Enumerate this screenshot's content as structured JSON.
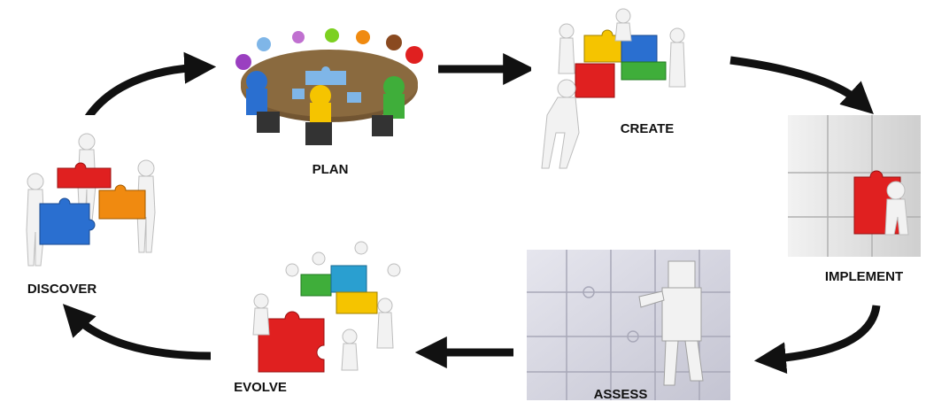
{
  "stages": [
    {
      "id": "discover",
      "label": "DISCOVER"
    },
    {
      "id": "plan",
      "label": "PLAN"
    },
    {
      "id": "create",
      "label": "CREATE"
    },
    {
      "id": "implement",
      "label": "IMPLEMENT"
    },
    {
      "id": "assess",
      "label": "ASSESS"
    },
    {
      "id": "evolve",
      "label": "EVOLVE"
    }
  ],
  "colors": {
    "arrow": "#111111",
    "figure": "#f2f2f2",
    "figure_shade": "#cfcfcf",
    "table": "#8a6a3f",
    "puzzle_red": "#e02020",
    "puzzle_blue": "#2a6fd0",
    "puzzle_yellow": "#f5c400",
    "puzzle_green": "#3fae3a",
    "puzzle_orange": "#f08a10",
    "puzzle_lightblue": "#7fb6e8",
    "puzzle_white": "#eeeeee",
    "assess_bg": "#dcdce8"
  }
}
